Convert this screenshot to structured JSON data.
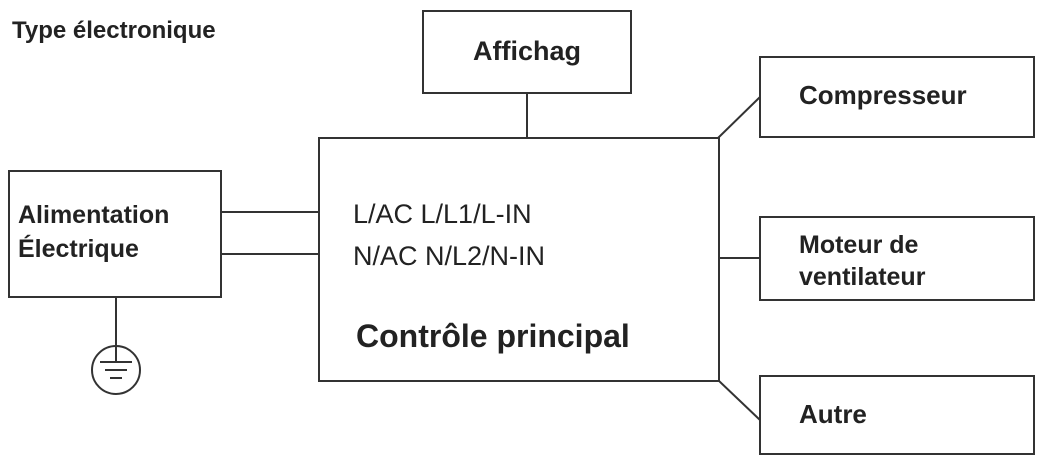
{
  "title": "Type électronique",
  "boxes": {
    "display": "Affichag",
    "power_line1": "Alimentation",
    "power_line2": "Électrique",
    "main_control": "Contrôle principal",
    "compressor": "Compresseur",
    "fan_line1": "Moteur de",
    "fan_line2": "ventilateur",
    "other": "Autre"
  },
  "terminals": {
    "live": "L/AC L/L1/L-IN",
    "neutral": "N/AC N/L2/N-IN"
  },
  "icons": {
    "ground": "ground-icon"
  },
  "colors": {
    "line": "#333333",
    "text": "#222222"
  }
}
